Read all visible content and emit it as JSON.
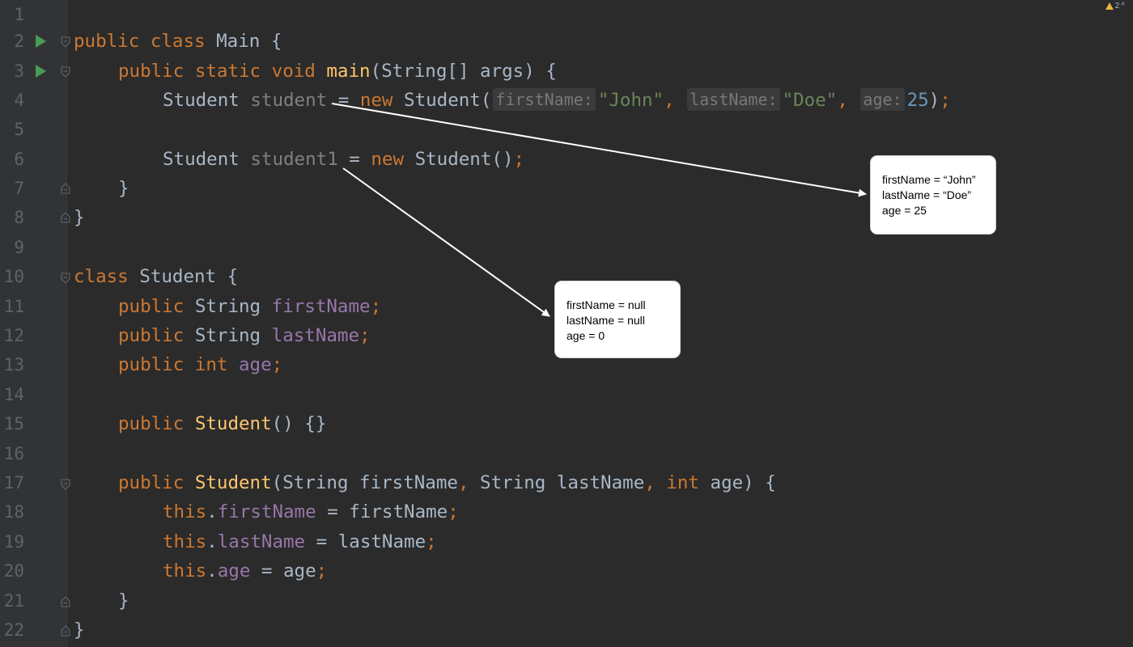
{
  "editor": {
    "line_numbers": [
      "1",
      "2",
      "3",
      "4",
      "5",
      "6",
      "7",
      "8",
      "9",
      "10",
      "11",
      "12",
      "13",
      "14",
      "15",
      "16",
      "17",
      "18",
      "19",
      "20",
      "21",
      "22"
    ],
    "inspections": {
      "icon": "warning-icon",
      "count": "2",
      "chevron": "^",
      "color": "#e8b43c"
    },
    "code": {
      "l2": {
        "kw1": "public",
        "kw2": "class",
        "name": "Main",
        "brace": "{"
      },
      "l3": {
        "kw1": "public",
        "kw2": "static",
        "kw3": "void",
        "fn": "main",
        "params": "(String[] args) {"
      },
      "l4": {
        "type": "Student",
        "var": "student",
        "eq": "=",
        "kw": "new",
        "ctor": "Student(",
        "hint1": "firstName:",
        "arg1": "\"John\"",
        "comma1": ",",
        "hint2": "lastName:",
        "arg2": "\"Doe\"",
        "comma2": ",",
        "hint3": "age:",
        "arg3": "25",
        "close": ")",
        "semi": ";"
      },
      "l6": {
        "type": "Student",
        "var": "student1",
        "eq": "=",
        "kw": "new",
        "ctor": "Student()",
        "semi": ";"
      },
      "l7": {
        "brace": "}"
      },
      "l8": {
        "brace": "}"
      },
      "l10": {
        "kw": "class",
        "name": "Student",
        "brace": "{"
      },
      "l11": {
        "kw": "public",
        "type": "String",
        "field": "firstName",
        "semi": ";"
      },
      "l12": {
        "kw": "public",
        "type": "String",
        "field": "lastName",
        "semi": ";"
      },
      "l13": {
        "kw1": "public",
        "kw2": "int",
        "field": "age",
        "semi": ";"
      },
      "l15": {
        "kw": "public",
        "fn": "Student",
        "rest": "() {}"
      },
      "l17": {
        "kw": "public",
        "fn": "Student",
        "p1": "(String firstName",
        "comma1": ",",
        "p2": "String lastName",
        "comma2": ",",
        "kw2": "int",
        "p3": "age) {"
      },
      "l18": {
        "kw": "this",
        "dot": ".",
        "field": "firstName",
        "rest": "= firstName",
        "semi": ";"
      },
      "l19": {
        "kw": "this",
        "dot": ".",
        "field": "lastName",
        "rest": "= lastName",
        "semi": ";"
      },
      "l20": {
        "kw": "this",
        "dot": ".",
        "field": "age",
        "rest": "= age",
        "semi": ";"
      },
      "l21": {
        "brace": "}"
      },
      "l22": {
        "brace": "}"
      }
    }
  },
  "callouts": {
    "student": {
      "lines": [
        "firstName = “John”",
        "lastName = “Doe”",
        "age = 25"
      ]
    },
    "student1": {
      "lines": [
        "firstName = null",
        "lastName = null",
        "age = 0"
      ]
    }
  },
  "colors": {
    "background": "#2b2b2b",
    "keyword": "#cc7832",
    "function": "#ffc66d",
    "field": "#9876aa",
    "string": "#6a8759",
    "number": "#6897bb",
    "run_icon": "#499c54"
  }
}
